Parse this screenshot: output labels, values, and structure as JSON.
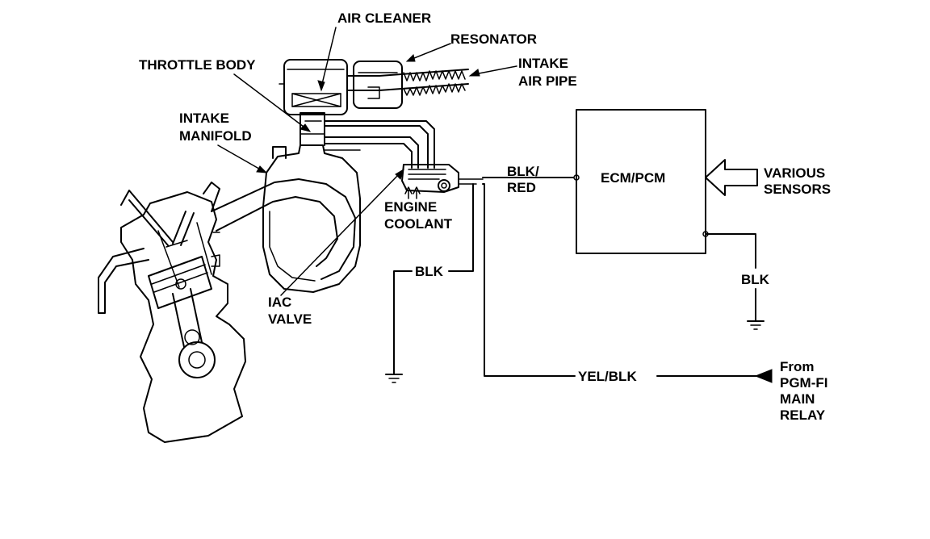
{
  "labels": {
    "air_cleaner": "AIR CLEANER",
    "resonator": "RESONATOR",
    "intake_air_pipe_1": "INTAKE",
    "intake_air_pipe_2": "AIR PIPE",
    "throttle_body": "THROTTLE BODY",
    "intake_manifold_1": "INTAKE",
    "intake_manifold_2": "MANIFOLD",
    "engine_coolant_1": "ENGINE",
    "engine_coolant_2": "COOLANT",
    "iac_valve_1": "IAC",
    "iac_valve_2": "VALVE",
    "ecm_pcm": "ECM/PCM",
    "various_sensors_1": "VARIOUS",
    "various_sensors_2": "SENSORS",
    "wire_blk_red_1": "BLK/",
    "wire_blk_red_2": "RED",
    "wire_blk_iac": "BLK",
    "wire_blk_ecm": "BLK",
    "wire_yel_blk": "YEL/BLK",
    "source_1": "From",
    "source_2": "PGM-FI",
    "source_3": "MAIN",
    "source_4": "RELAY"
  }
}
